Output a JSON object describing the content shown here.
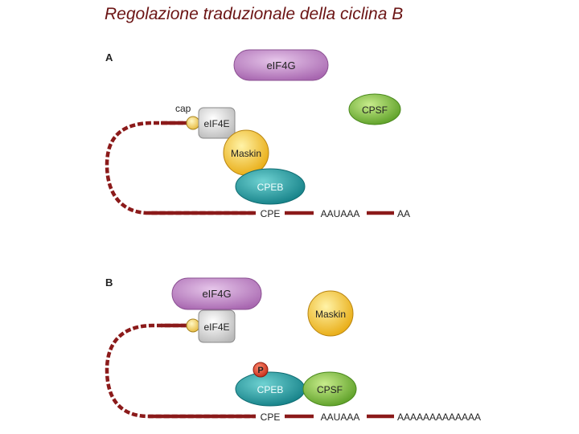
{
  "title": "Regolazione traduzionale della ciclina B",
  "colors": {
    "mrna": "#8b1a1a",
    "eif4g": "#b97dbf",
    "eif4e": "#dcdcdc",
    "maskin": "#f3c028",
    "cpeb": "#1f9aa0",
    "cpsf": "#72b23a",
    "cap": "#f2d36b",
    "phospho": "#d93a2a"
  },
  "panel_a": {
    "letter": "A",
    "eif4g": "eIF4G",
    "cpsf": "CPSF",
    "cap": "cap",
    "eif4e": "eIF4E",
    "maskin": "Maskin",
    "cpeb": "CPEB",
    "cpe": "CPE",
    "aauaaa": "AAUAAA",
    "polya": "AA"
  },
  "panel_b": {
    "letter": "B",
    "eif4g": "eIF4G",
    "maskin": "Maskin",
    "eif4e": "eIF4E",
    "phospho": "P",
    "cpeb": "CPEB",
    "cpsf": "CPSF",
    "cpe": "CPE",
    "aauaaa": "AAUAAA",
    "polya": "AAAAAAAAAAAAA"
  }
}
